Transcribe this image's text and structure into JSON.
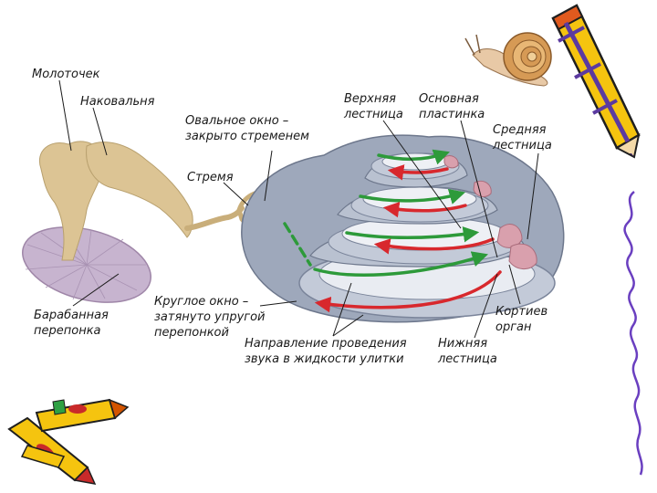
{
  "labels": {
    "malleus": "Молоточек",
    "incus": "Наковальня",
    "oval_window_1": "Овальное окно –",
    "oval_window_2": "закрыто стременем",
    "stapes": "Стремя",
    "scala_vestibuli_1": "Верхняя",
    "scala_vestibuli_2": "лестница",
    "basilar_membrane_1": "Основная",
    "basilar_membrane_2": "пластинка",
    "scala_media_1": "Средняя",
    "scala_media_2": "лестница",
    "tympanic_membrane_1": "Барабанная",
    "tympanic_membrane_2": "перепонка",
    "round_window_1": "Круглое окно –",
    "round_window_2": "затянуто упругой",
    "round_window_3": "перепонкой",
    "sound_direction_1": "Направление проведения",
    "sound_direction_2": "звука в жидкости улитки",
    "scala_tympani_1": "Нижняя",
    "scala_tympani_2": "лестница",
    "organ_of_corti_1": "Кортиев",
    "organ_of_corti_2": "орган"
  },
  "colors": {
    "cochlea": "#9ea8bb",
    "cochlea_light": "#c3cad8",
    "ossicle": "#dcc494",
    "eardrum": "#c7b4cf",
    "green_arrow": "#2d9a3a",
    "red_arrow": "#d8282d",
    "pencil_yellow": "#f5c40f",
    "pencil_purple": "#5b3aa0",
    "snail_shell": "#d69a55"
  },
  "decor": [
    "snail",
    "pencil-top-right",
    "crayons-bottom-left",
    "squiggle-line-right"
  ]
}
